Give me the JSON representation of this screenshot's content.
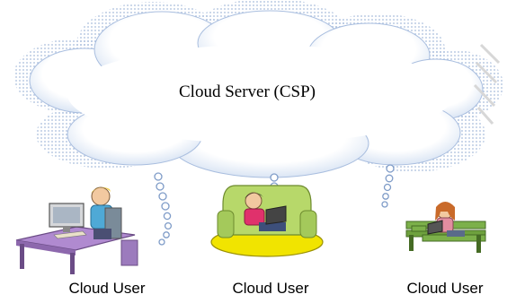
{
  "diagram": {
    "server_label": "Cloud Server (CSP)",
    "users": [
      {
        "label": "Cloud User",
        "icon": "desk-computer-user-icon"
      },
      {
        "label": "Cloud User",
        "icon": "armchair-laptop-user-icon"
      },
      {
        "label": "Cloud User",
        "icon": "bench-laptop-user-icon"
      }
    ],
    "colors": {
      "cloud_fill": "#ffffff",
      "cloud_shade": "#b9cde8",
      "cloud_edge": "#9fb4d4",
      "desk": "#b08ad0",
      "armchair": "#b7d86a",
      "armchair_base": "#f1e400",
      "bench": "#7cb04a"
    }
  }
}
